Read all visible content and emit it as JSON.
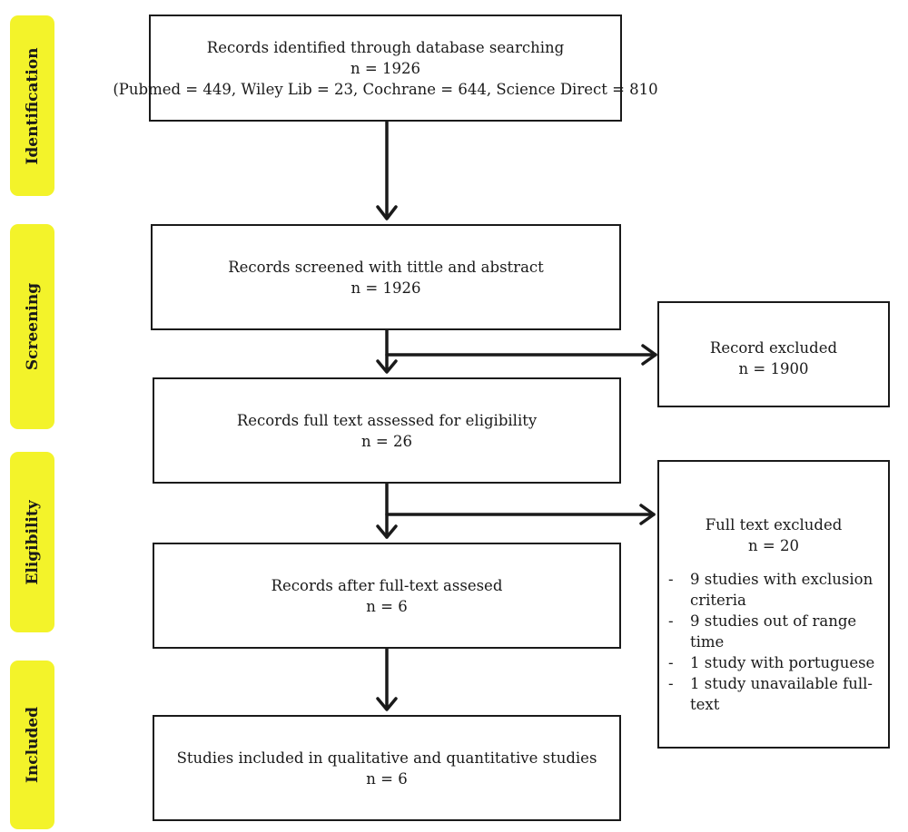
{
  "phases": [
    {
      "id": "identification",
      "label": "Identification"
    },
    {
      "id": "screening",
      "label": "Screening"
    },
    {
      "id": "eligibility",
      "label": "Eligibility"
    },
    {
      "id": "included",
      "label": "Included"
    }
  ],
  "boxes": {
    "identified": {
      "title": "Records identified through database searching",
      "count": "n = 1926",
      "sources": "(Pubmed = 449, Wiley Lib = 23, Cochrane = 644, Science Direct = 810"
    },
    "screened": {
      "title": "Records screened with tittle and abstract",
      "count": "n = 1926"
    },
    "record_excluded": {
      "title": "Record excluded",
      "count": "n = 1900"
    },
    "fulltext_assessed": {
      "title": "Records full text assessed for eligibility",
      "count": "n = 26"
    },
    "fulltext_excluded": {
      "title": "Full text excluded",
      "count": "n = 20",
      "reasons": [
        "9 studies with exclusion criteria",
        "9 studies out of range time",
        "1 study with portuguese",
        "1 study unavailable full-text"
      ]
    },
    "after_fulltext": {
      "title": "Records after full-text assesed",
      "count": "n = 6"
    },
    "included": {
      "title": "Studies included in qualitative and quantitative studies",
      "count": "n = 6"
    }
  }
}
